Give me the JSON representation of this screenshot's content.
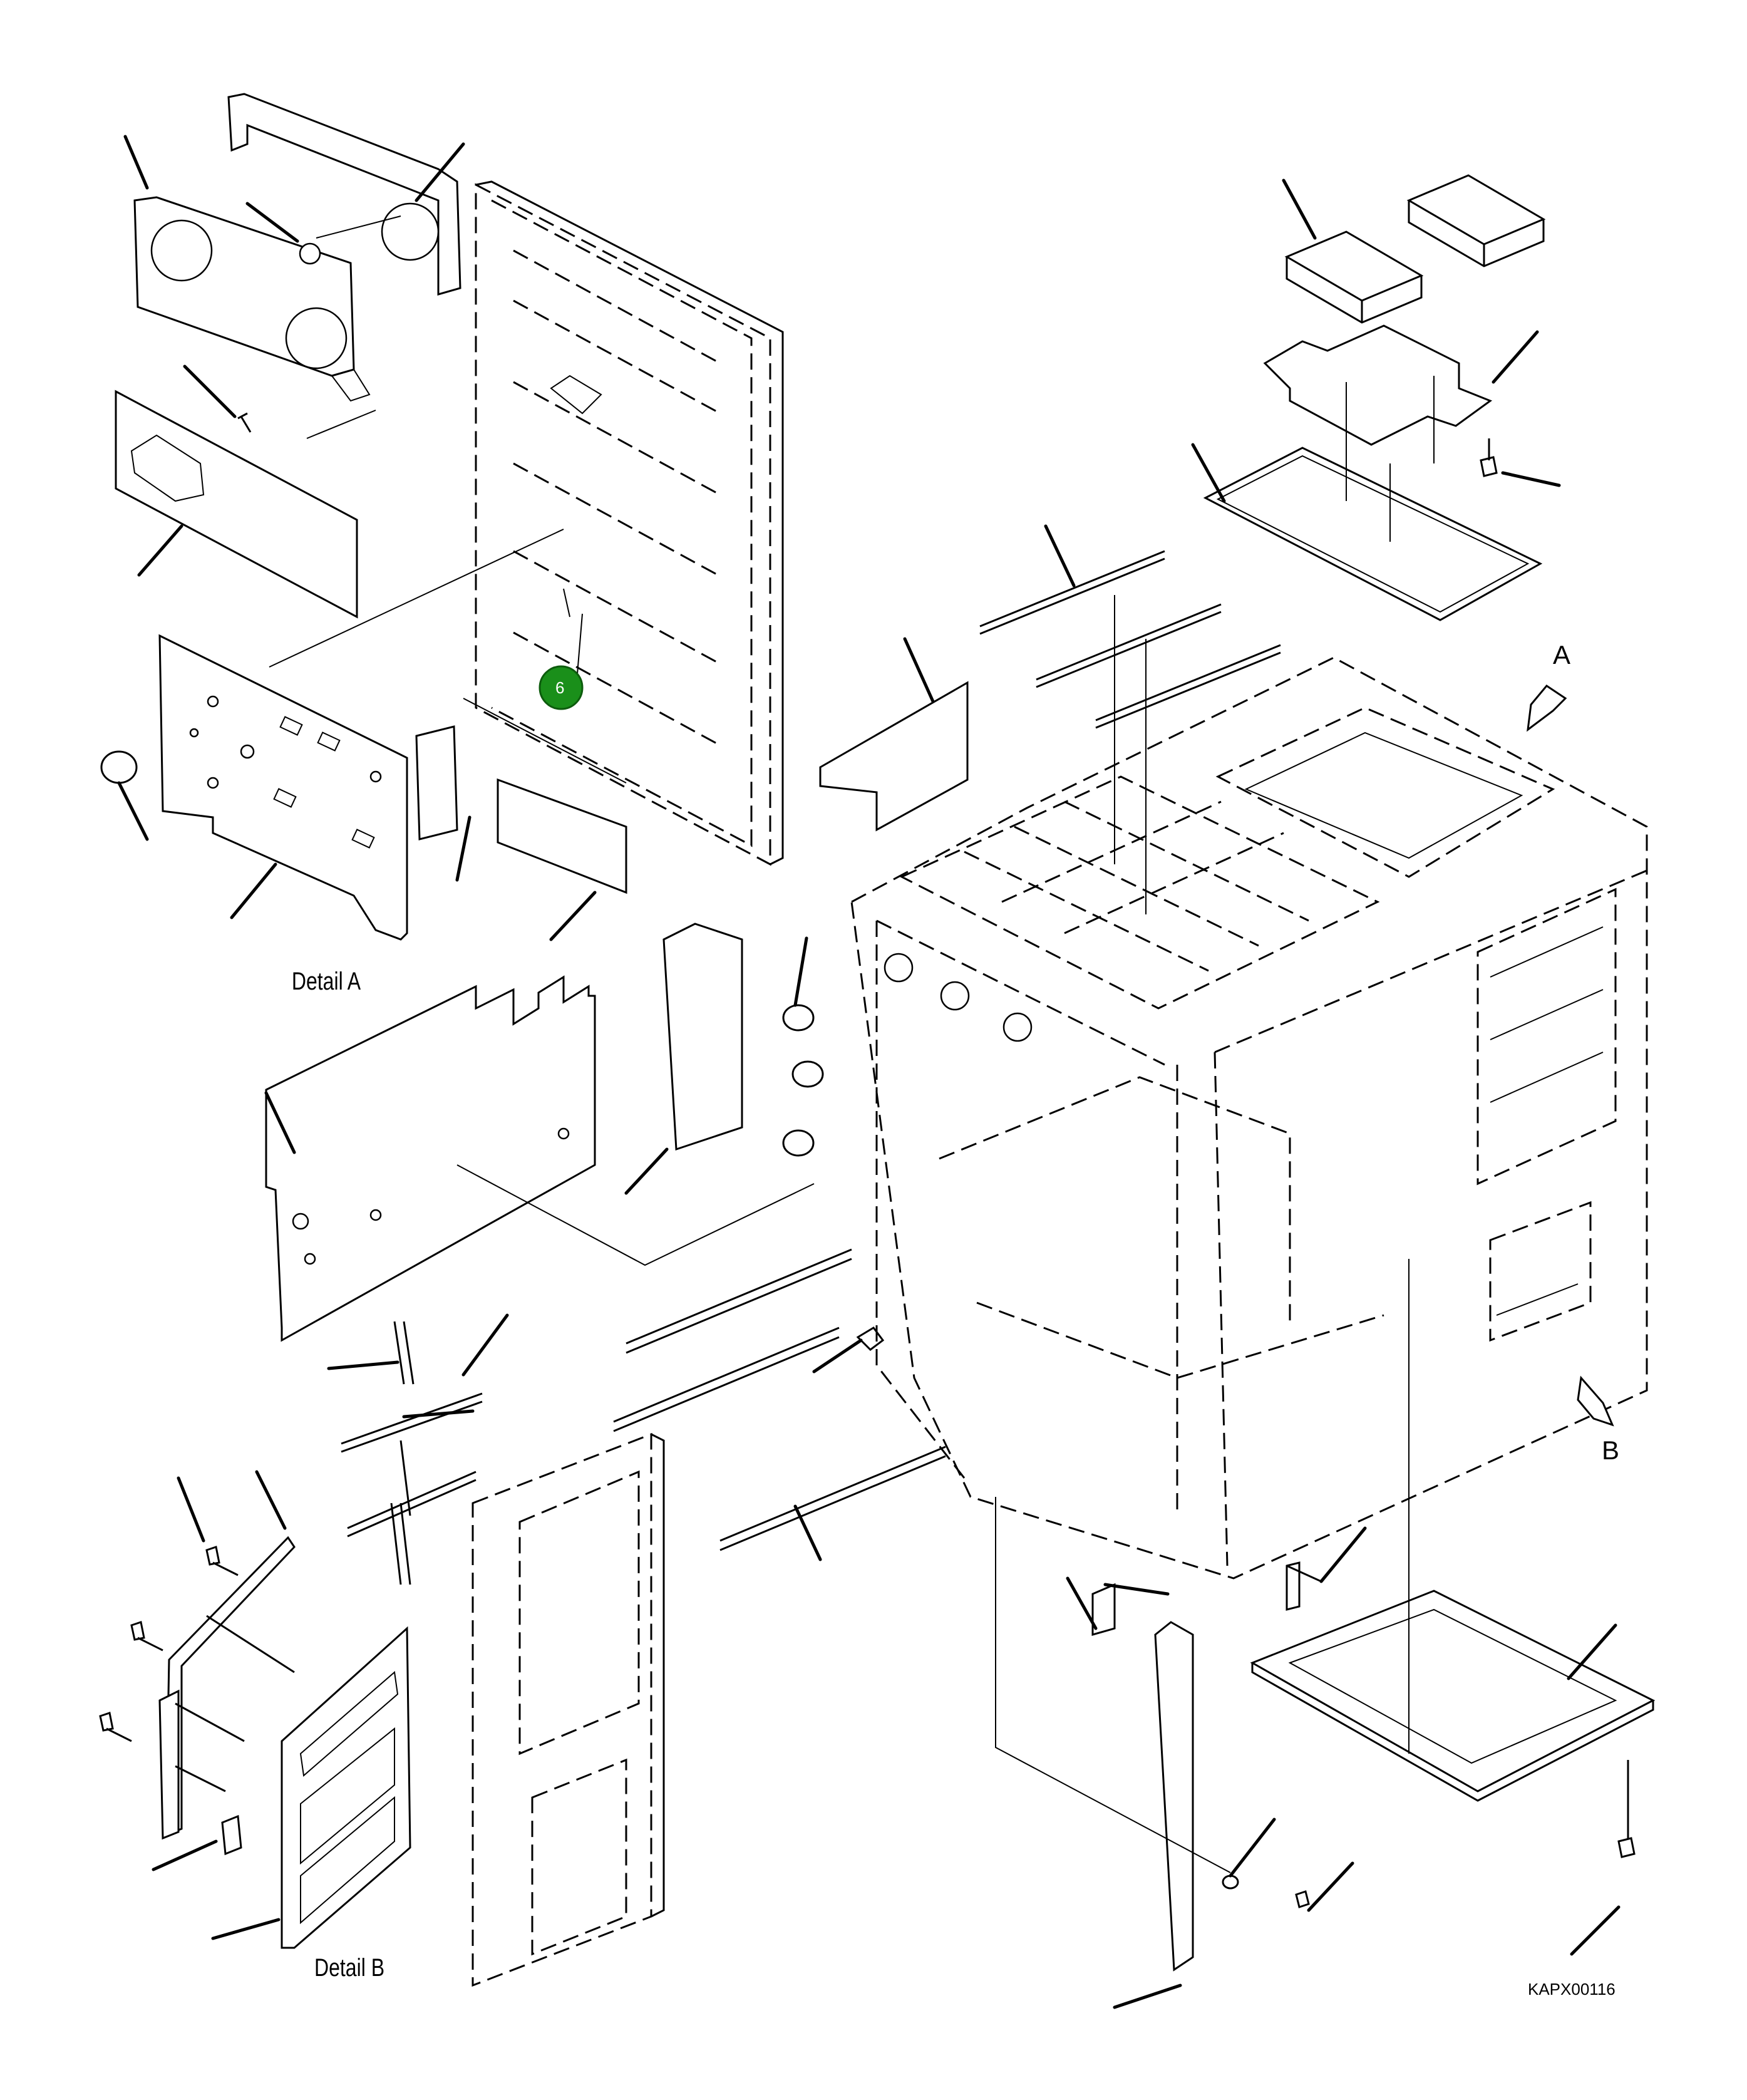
{
  "labels": {
    "detail_a": "Detail A",
    "detail_b": "Detail B",
    "view_arrow_a": "A",
    "view_arrow_b": "B",
    "figure_code": "KAPX00116"
  },
  "callout": {
    "number": "6",
    "color": "#1a8f1a"
  },
  "colors": {
    "line": "#000000",
    "background": "#ffffff"
  }
}
